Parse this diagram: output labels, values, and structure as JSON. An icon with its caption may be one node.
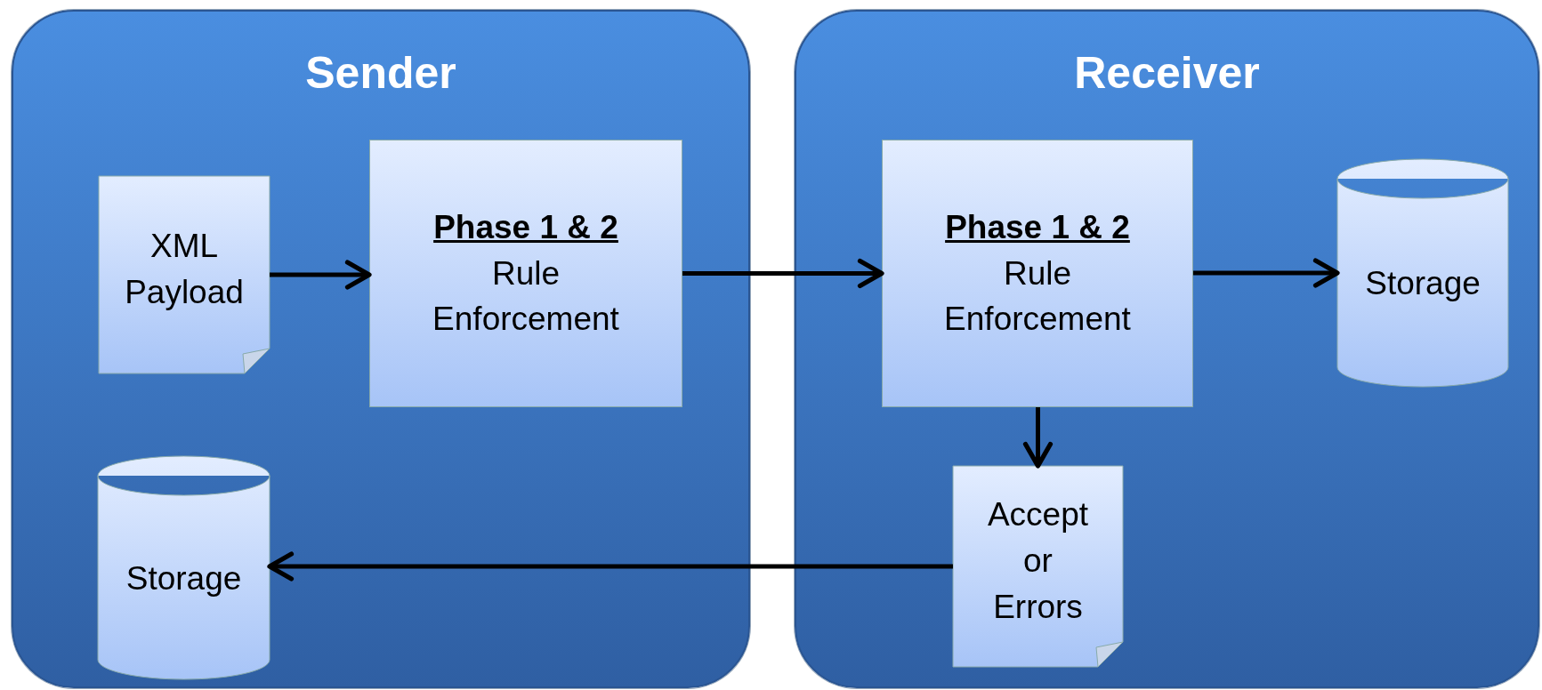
{
  "diagram": {
    "nodes": [
      {
        "text": [
          "Sender"
        ]
      },
      {
        "text": [
          "XML Payload"
        ],
        "in": 0
      },
      {
        "text": [
          "Phase 1 & 2",
          "Rule Enforcement"
        ],
        "in": 0
      },
      {
        "text": [
          "Storage"
        ],
        "in": 0
      },
      {
        "text": [
          "Receiver"
        ]
      },
      {
        "text": [
          "Phase 1 & 2",
          "Rule Enforcement"
        ],
        "in": 4
      },
      {
        "text": [
          "Storage"
        ],
        "in": 4
      },
      {
        "text": [
          "Accept or Errors"
        ],
        "in": 4
      }
    ],
    "edges": [
      {
        "from": 1,
        "to": 2,
        "arrow": "to"
      },
      {
        "from": 2,
        "to": 5,
        "arrow": "to"
      },
      {
        "from": 5,
        "to": 6,
        "arrow": "to"
      },
      {
        "from": 5,
        "to": 7,
        "arrow": "to"
      },
      {
        "from": 7,
        "to": 3,
        "arrow": "to"
      }
    ]
  }
}
